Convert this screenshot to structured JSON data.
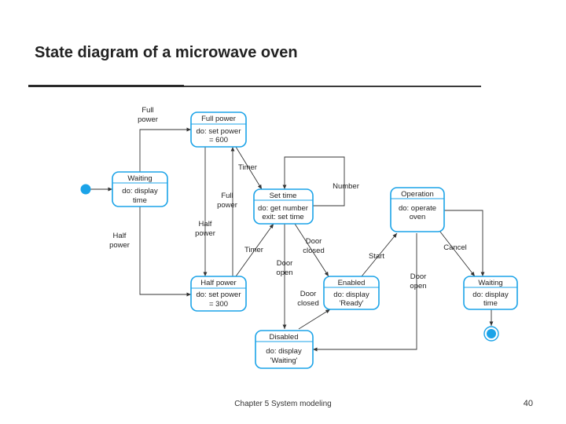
{
  "title": "State diagram of a microwave oven",
  "states": {
    "full_power": {
      "name": "Full power",
      "action": [
        "do: set power",
        "= 600"
      ]
    },
    "waiting": {
      "name": "Waiting",
      "action": [
        "do: display",
        "time"
      ]
    },
    "set_time": {
      "name": "Set time",
      "action": [
        "do: get number",
        "exit: set time"
      ]
    },
    "operation": {
      "name": "Operation",
      "action": [
        "do: operate",
        "oven"
      ]
    },
    "half_power": {
      "name": "Half power",
      "action": [
        "do: set power",
        "= 300"
      ]
    },
    "enabled": {
      "name": "Enabled",
      "action": [
        "do: display",
        "'Ready'"
      ]
    },
    "waiting2": {
      "name": "Waiting",
      "action": [
        "do: display",
        "time"
      ]
    },
    "disabled": {
      "name": "Disabled",
      "action": [
        "do: display",
        "'Waiting'"
      ]
    }
  },
  "labels": {
    "full_power_top": [
      "Full",
      "power"
    ],
    "timer_top": "Timer",
    "number": "Number",
    "full_power_mid": [
      "Full",
      "power"
    ],
    "half_power_mid": [
      "Half",
      "power"
    ],
    "half_power_left": [
      "Half",
      "power"
    ],
    "timer_mid": "Timer",
    "door_closed_1": [
      "Door",
      "closed"
    ],
    "start": "Start",
    "cancel": "Cancel",
    "door_open_1": [
      "Door",
      "open"
    ],
    "door_open_2": [
      "Door",
      "open"
    ],
    "door_closed_2": [
      "Door",
      "closed"
    ]
  },
  "footer": "Chapter 5 System modeling",
  "page_number": "40",
  "colors": {
    "state_border": "#1ba3e8",
    "initial_node": "#1ba3e8",
    "final_node": "#1ba3e8"
  }
}
